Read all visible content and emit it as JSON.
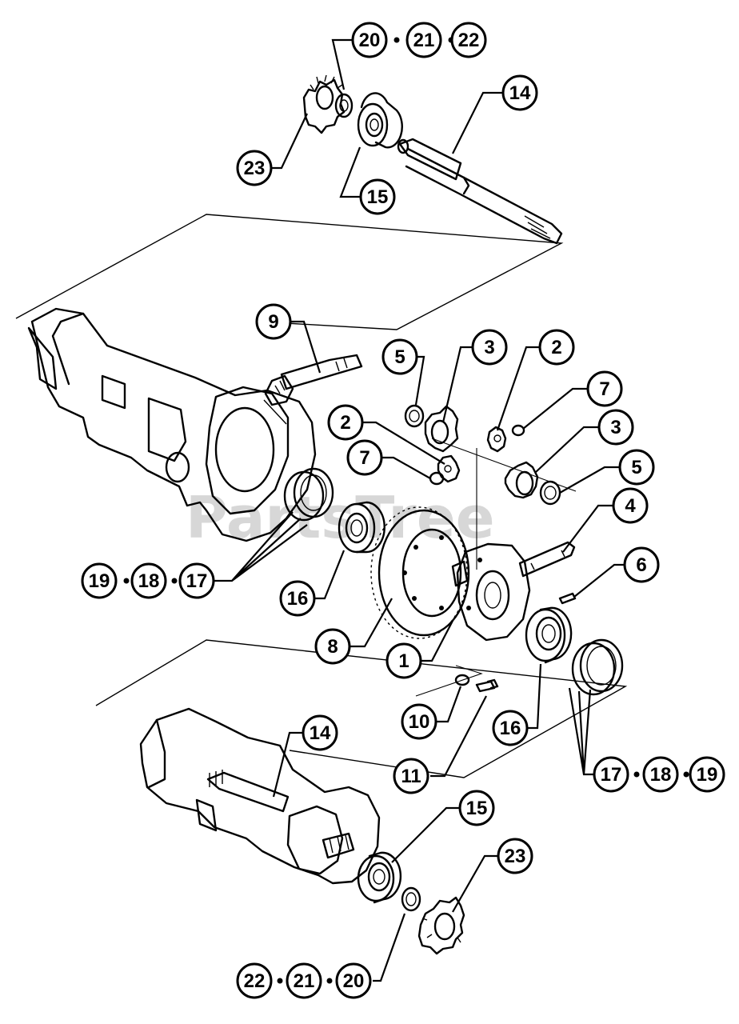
{
  "watermark": "PartsTree",
  "callouts": [
    {
      "id": "c1",
      "label": "1"
    },
    {
      "id": "c2a",
      "label": "2"
    },
    {
      "id": "c2b",
      "label": "2"
    },
    {
      "id": "c3a",
      "label": "3"
    },
    {
      "id": "c3b",
      "label": "3"
    },
    {
      "id": "c4",
      "label": "4"
    },
    {
      "id": "c5a",
      "label": "5"
    },
    {
      "id": "c5b",
      "label": "5"
    },
    {
      "id": "c6",
      "label": "6"
    },
    {
      "id": "c7a",
      "label": "7"
    },
    {
      "id": "c7b",
      "label": "7"
    },
    {
      "id": "c8",
      "label": "8"
    },
    {
      "id": "c9",
      "label": "9"
    },
    {
      "id": "c10",
      "label": "10"
    },
    {
      "id": "c11",
      "label": "11"
    },
    {
      "id": "c14a",
      "label": "14"
    },
    {
      "id": "c14b",
      "label": "14"
    },
    {
      "id": "c15a",
      "label": "15"
    },
    {
      "id": "c15b",
      "label": "15"
    },
    {
      "id": "c16a",
      "label": "16"
    },
    {
      "id": "c16b",
      "label": "16"
    },
    {
      "id": "c23a",
      "label": "23"
    },
    {
      "id": "c23b",
      "label": "23"
    }
  ],
  "callout_groups": [
    {
      "id": "g1",
      "labels": [
        "20",
        "21",
        "22"
      ]
    },
    {
      "id": "g2",
      "labels": [
        "19",
        "18",
        "17"
      ]
    },
    {
      "id": "g3",
      "labels": [
        "17",
        "18",
        "19"
      ]
    },
    {
      "id": "g4",
      "labels": [
        "22",
        "21",
        "20"
      ]
    }
  ]
}
